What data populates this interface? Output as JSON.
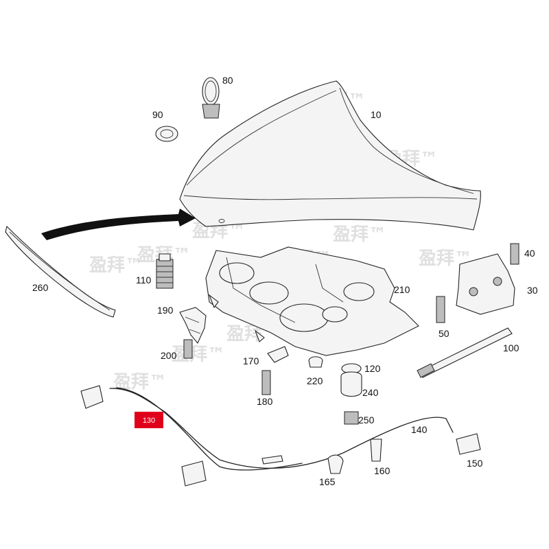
{
  "diagram": {
    "labels": [
      {
        "id": "80",
        "text": "80"
      },
      {
        "id": "90",
        "text": "90"
      },
      {
        "id": "10",
        "text": "10"
      },
      {
        "id": "260",
        "text": "260"
      },
      {
        "id": "110",
        "text": "110"
      },
      {
        "id": "190",
        "text": "190"
      },
      {
        "id": "200",
        "text": "200"
      },
      {
        "id": "210",
        "text": "210"
      },
      {
        "id": "40",
        "text": "40"
      },
      {
        "id": "30",
        "text": "30"
      },
      {
        "id": "50",
        "text": "50"
      },
      {
        "id": "100",
        "text": "100"
      },
      {
        "id": "170",
        "text": "170"
      },
      {
        "id": "220",
        "text": "220"
      },
      {
        "id": "120",
        "text": "120"
      },
      {
        "id": "180",
        "text": "180"
      },
      {
        "id": "240",
        "text": "240"
      },
      {
        "id": "250",
        "text": "250"
      },
      {
        "id": "140",
        "text": "140"
      },
      {
        "id": "150",
        "text": "150"
      },
      {
        "id": "160",
        "text": "160"
      },
      {
        "id": "165",
        "text": "165"
      }
    ],
    "highlight": {
      "text": "130",
      "color": "#e0001b"
    },
    "watermark": "盈拜™"
  }
}
